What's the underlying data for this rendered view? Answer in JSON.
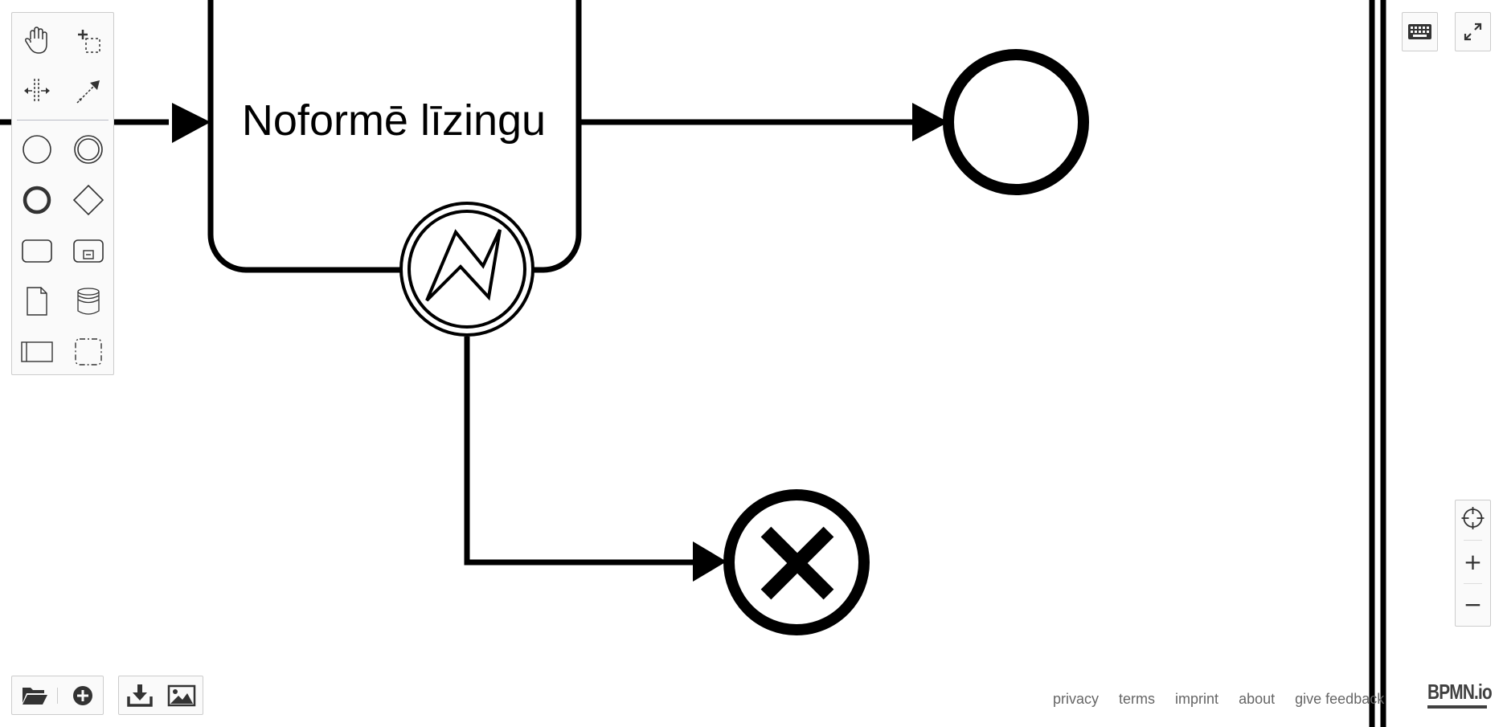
{
  "diagram": {
    "task_label": "Noformē līzingu"
  },
  "palette": {
    "tools": [
      {
        "name": "hand-tool",
        "icon": "hand-icon"
      },
      {
        "name": "lasso-tool",
        "icon": "lasso-icon"
      },
      {
        "name": "space-tool",
        "icon": "space-icon"
      },
      {
        "name": "global-connect-tool",
        "icon": "connect-icon"
      },
      {
        "name": "create-start-event",
        "icon": "start-event-icon"
      },
      {
        "name": "create-intermediate-event",
        "icon": "intermediate-event-icon"
      },
      {
        "name": "create-end-event",
        "icon": "end-event-icon"
      },
      {
        "name": "create-gateway",
        "icon": "gateway-icon"
      },
      {
        "name": "create-task",
        "icon": "task-icon"
      },
      {
        "name": "create-subprocess",
        "icon": "subprocess-icon"
      },
      {
        "name": "create-data-object",
        "icon": "data-object-icon"
      },
      {
        "name": "create-data-store",
        "icon": "data-store-icon"
      },
      {
        "name": "create-participant",
        "icon": "participant-icon"
      },
      {
        "name": "create-group",
        "icon": "group-icon"
      }
    ]
  },
  "footer": {
    "links": [
      "privacy",
      "terms",
      "imprint",
      "about",
      "give feedback"
    ],
    "logo": "BPMN.io"
  },
  "controls": {
    "keyboard_icon": "keyboard-icon",
    "fullscreen_icon": "fullscreen-icon",
    "reset_zoom_icon": "crosshair-icon",
    "zoom_in_label": "+",
    "zoom_out_label": "−"
  },
  "io": {
    "open_icon": "folder-icon",
    "new_icon": "plus-circle-icon",
    "download_icon": "download-icon",
    "export_image_icon": "image-icon"
  }
}
